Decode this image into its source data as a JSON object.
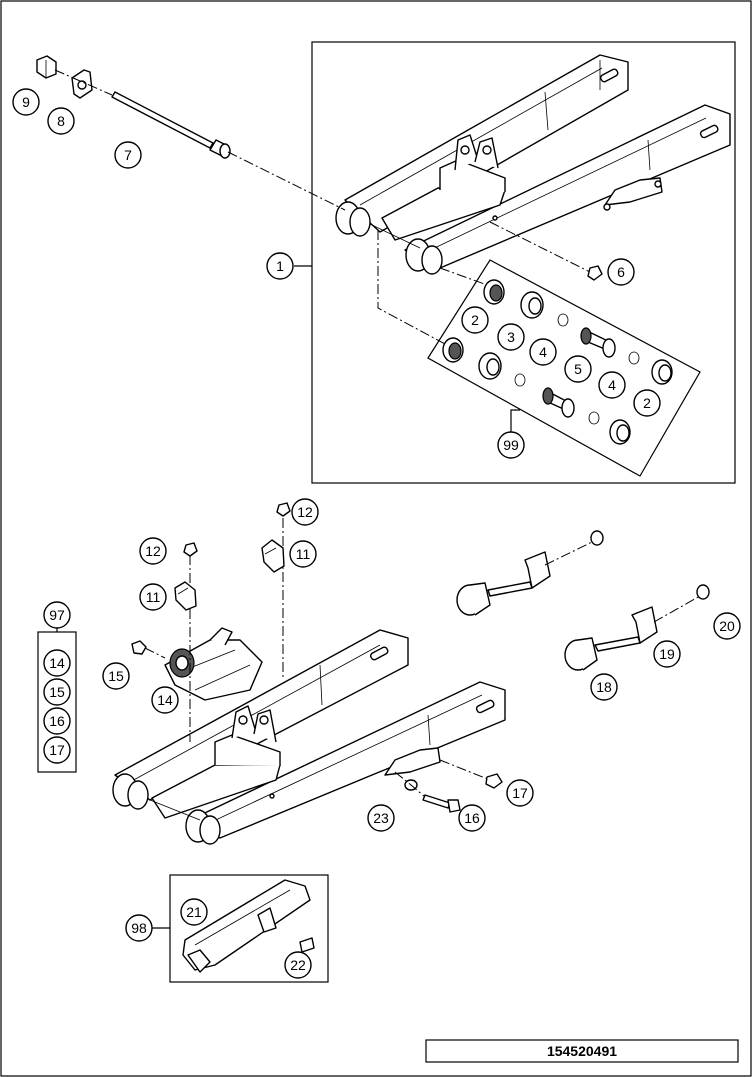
{
  "drawing_number": "154520491",
  "callouts": {
    "c1": "1",
    "c2a": "2",
    "c2b": "2",
    "c3": "3",
    "c4a": "4",
    "c4b": "4",
    "c5": "5",
    "c6": "6",
    "c7": "7",
    "c8": "8",
    "c9": "9",
    "c99": "99",
    "c12a": "12",
    "c12b": "12",
    "c11a": "11",
    "c11b": "11",
    "c14": "14",
    "c15": "15",
    "c16": "16",
    "c17": "17",
    "c18": "18",
    "c19": "19",
    "c20": "20",
    "c21": "21",
    "c22": "22",
    "c23": "23",
    "c98": "98"
  },
  "kit97": {
    "label": "97",
    "items": [
      "14",
      "15",
      "16",
      "17"
    ]
  }
}
